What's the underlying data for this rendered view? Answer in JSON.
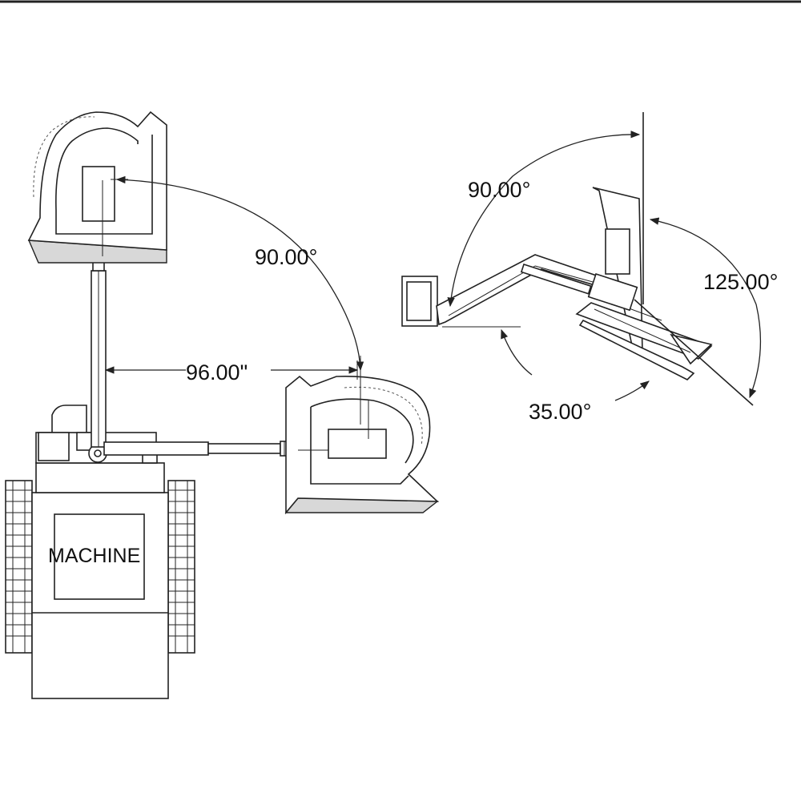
{
  "labels": {
    "machine": "MACHINE",
    "reach_width": "96.00\"",
    "swing_angle": "90.00°",
    "vertical_angle": "90.00°",
    "tilt_up_angle": "125.00°",
    "tilt_down_angle": "35.00°"
  }
}
